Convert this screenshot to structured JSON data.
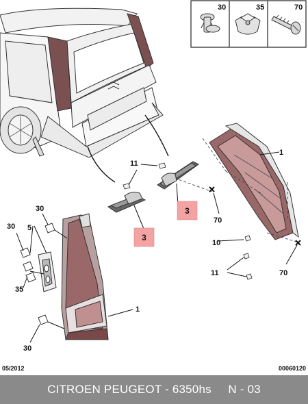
{
  "header_box": {
    "items": [
      {
        "ref": "30",
        "icon": "push-rivet-icon"
      },
      {
        "ref": "35",
        "icon": "clip-nut-icon"
      },
      {
        "ref": "70",
        "icon": "screw-icon"
      }
    ]
  },
  "callouts": {
    "lamp_right": "1",
    "lamp_left": "1",
    "plate_lamp_a": "3",
    "plate_lamp_b": "3",
    "bulb_upper": "11",
    "bulb_lower": "11",
    "bulb_small": "10",
    "screw_right": "70",
    "screw_bottom": "70",
    "rivet_top": "30",
    "rivet_mid": "30",
    "rivet_bottom": "30",
    "gasket": "5",
    "clip_nut": "35"
  },
  "footer": {
    "date": "05/2012",
    "code": "00060120"
  },
  "banner": {
    "text": "CITROEN PEUGEOT - 6350hs     N - 03"
  },
  "colors": {
    "highlight": "#f4a3a3",
    "banner": "#8a8a8a",
    "lamp_red": "#9a6868",
    "line": "#222222"
  }
}
